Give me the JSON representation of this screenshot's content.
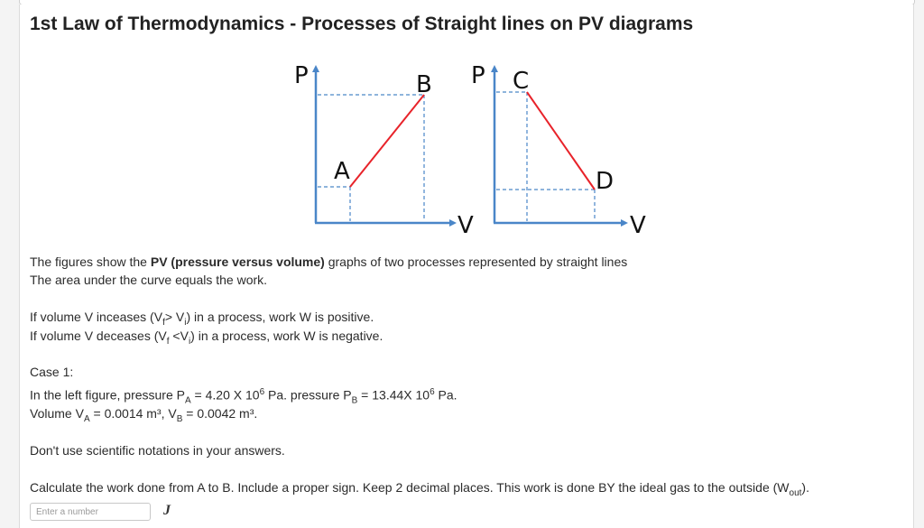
{
  "title": "1st Law of Thermodynamics - Processes of Straight lines on PV diagrams",
  "diagram": {
    "left": {
      "p_label": "P",
      "v_label": "V",
      "point_a": "A",
      "point_b": "B"
    },
    "right": {
      "p_label": "P",
      "v_label": "V",
      "point_c": "C",
      "point_d": "D"
    },
    "line_color": "#e8232a",
    "axis_color": "#4a86c8"
  },
  "intro": {
    "line1_pre": "The figures show the ",
    "line1_bold": "PV (pressure versus volume)",
    "line1_post": " graphs of two processes represented by straight lines",
    "line2": "The area under the curve equals the work."
  },
  "rules": {
    "r1_pre": "If volume V inceases (V",
    "r1_sub_f": "f",
    "r1_mid": "> V",
    "r1_sub_i": "i",
    "r1_post": ") in a process, work W is positive.",
    "r2_pre": "If volume V deceases (V",
    "r2_sub_f": "f",
    "r2_mid": " <V",
    "r2_sub_i": "i",
    "r2_post": ") in a process, work W is negative."
  },
  "case": {
    "heading": "Case 1:",
    "l1_pre": "In the left figure, pressure P",
    "l1_sub_a": "A",
    "l1_val_a": " = 4.20 X 10",
    "l1_exp_a": "6",
    "l1_mid": " Pa. pressure P",
    "l1_sub_b": "B",
    "l1_val_b": " = 13.44X 10",
    "l1_exp_b": "6",
    "l1_post": " Pa.",
    "l2_pre": "Volume V",
    "l2_sub_a": "A",
    "l2_val_a": " = 0.0014 m³, V",
    "l2_sub_b": "B",
    "l2_val_b": " = 0.0042 m³."
  },
  "note": "Don't use scientific notations in your answers.",
  "question": {
    "pre": "Calculate the work done from A to B. Include a proper sign. Keep 2 decimal places. This work is done BY the ideal gas to the outside (W",
    "sub": "out",
    "post": ")."
  },
  "answer": {
    "placeholder": "Enter a number",
    "value": "",
    "unit": "J"
  }
}
